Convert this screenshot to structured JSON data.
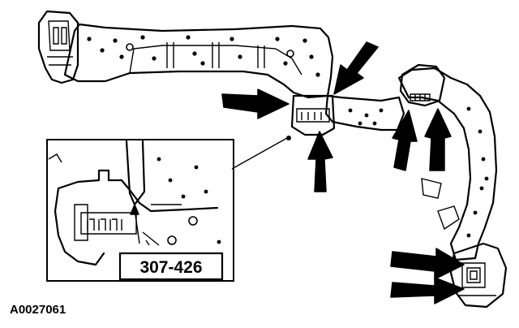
{
  "figure_id": "A0027061",
  "tool_label": "307-426",
  "callouts": {
    "arrow_count": 8
  },
  "colors": {
    "line": "#000000",
    "background": "#ffffff"
  }
}
